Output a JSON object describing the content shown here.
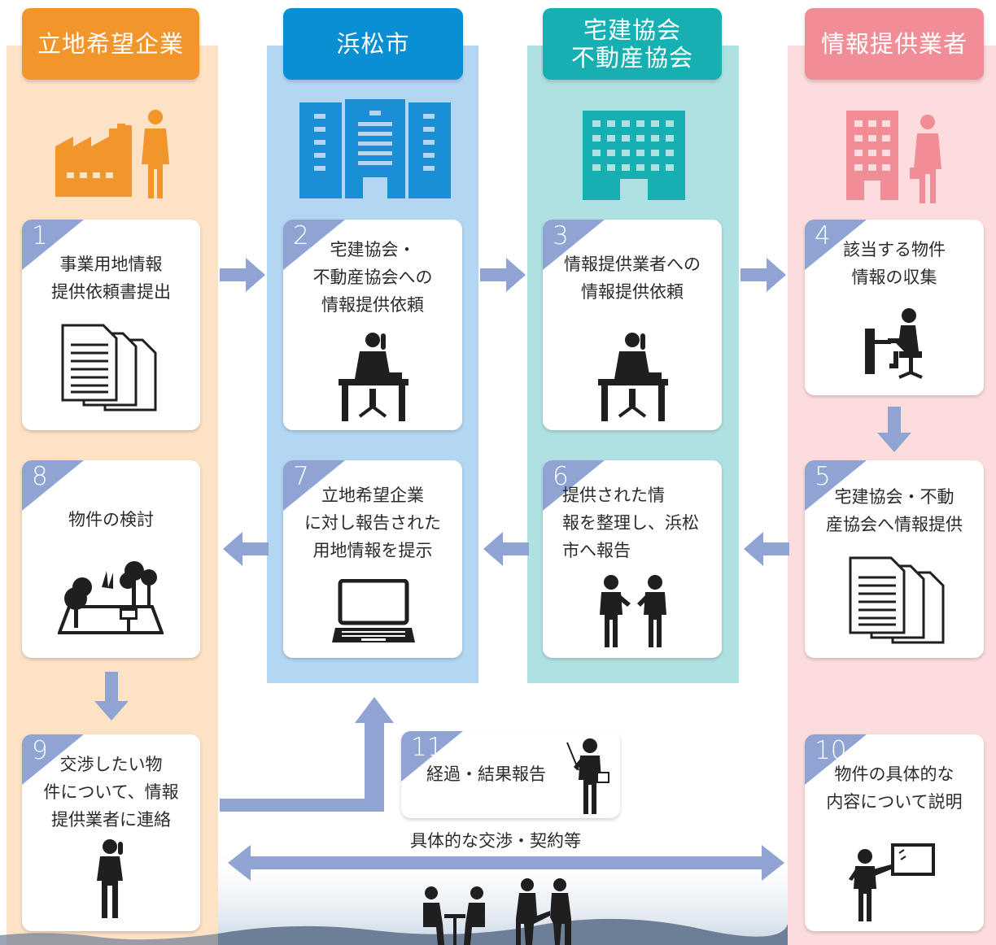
{
  "colors": {
    "lane_a": "#fde2c6",
    "lane_b": "#b3d7f3",
    "lane_c": "#b0e1e2",
    "lane_d": "#fcdcdc",
    "header_a": "#f2952a",
    "header_b": "#0a8fd4",
    "header_c": "#16b0b3",
    "header_d": "#f08d97",
    "arrow": "#8fa4d2",
    "step_badge": "#8fa4d2"
  },
  "lanes": [
    {
      "header": "立地希望企業",
      "icon": "factory-and-businessman-icon"
    },
    {
      "header": "浜松市",
      "icon": "city-hall-building-icon"
    },
    {
      "header": "宅建協会\n不動産協会",
      "icon": "office-building-icon"
    },
    {
      "header": "情報提供業者",
      "icon": "building-and-businessman-icon"
    }
  ],
  "steps": [
    {
      "num": "1",
      "text": "事業用地情報\n提供依頼書提出",
      "icon": "documents-icon"
    },
    {
      "num": "2",
      "text": "宅建協会・\n不動産協会への\n情報提供依頼",
      "icon": "phone-call-at-desk-icon"
    },
    {
      "num": "3",
      "text": "情報提供業者への\n情報提供依頼",
      "icon": "phone-call-at-desk-icon"
    },
    {
      "num": "4",
      "text": "該当する物件\n情報の収集",
      "icon": "person-at-computer-icon"
    },
    {
      "num": "5",
      "text": "宅建協会・不動\n産協会へ情報提供",
      "icon": "documents-icon"
    },
    {
      "num": "6",
      "text": "提供された情\n報を整理し、浜松\n市へ報告",
      "icon": "two-people-talking-icon"
    },
    {
      "num": "7",
      "text": "立地希望企業\nに対し報告された\n用地情報を提示",
      "icon": "laptop-icon"
    },
    {
      "num": "8",
      "text": "物件の検討",
      "icon": "land-with-trees-icon"
    },
    {
      "num": "9",
      "text": "交渉したい物\n件について、情報\n提供業者に連絡",
      "icon": "person-on-phone-icon"
    },
    {
      "num": "10",
      "text": "物件の具体的な\n内容について説明",
      "icon": "presenter-with-board-icon"
    },
    {
      "num": "11",
      "text": "経過・結果報告",
      "icon": "presenter-with-pointer-icon"
    }
  ],
  "bottom": {
    "label": "具体的な交渉・契約等",
    "icon": "negotiation-and-handshake-icon"
  }
}
